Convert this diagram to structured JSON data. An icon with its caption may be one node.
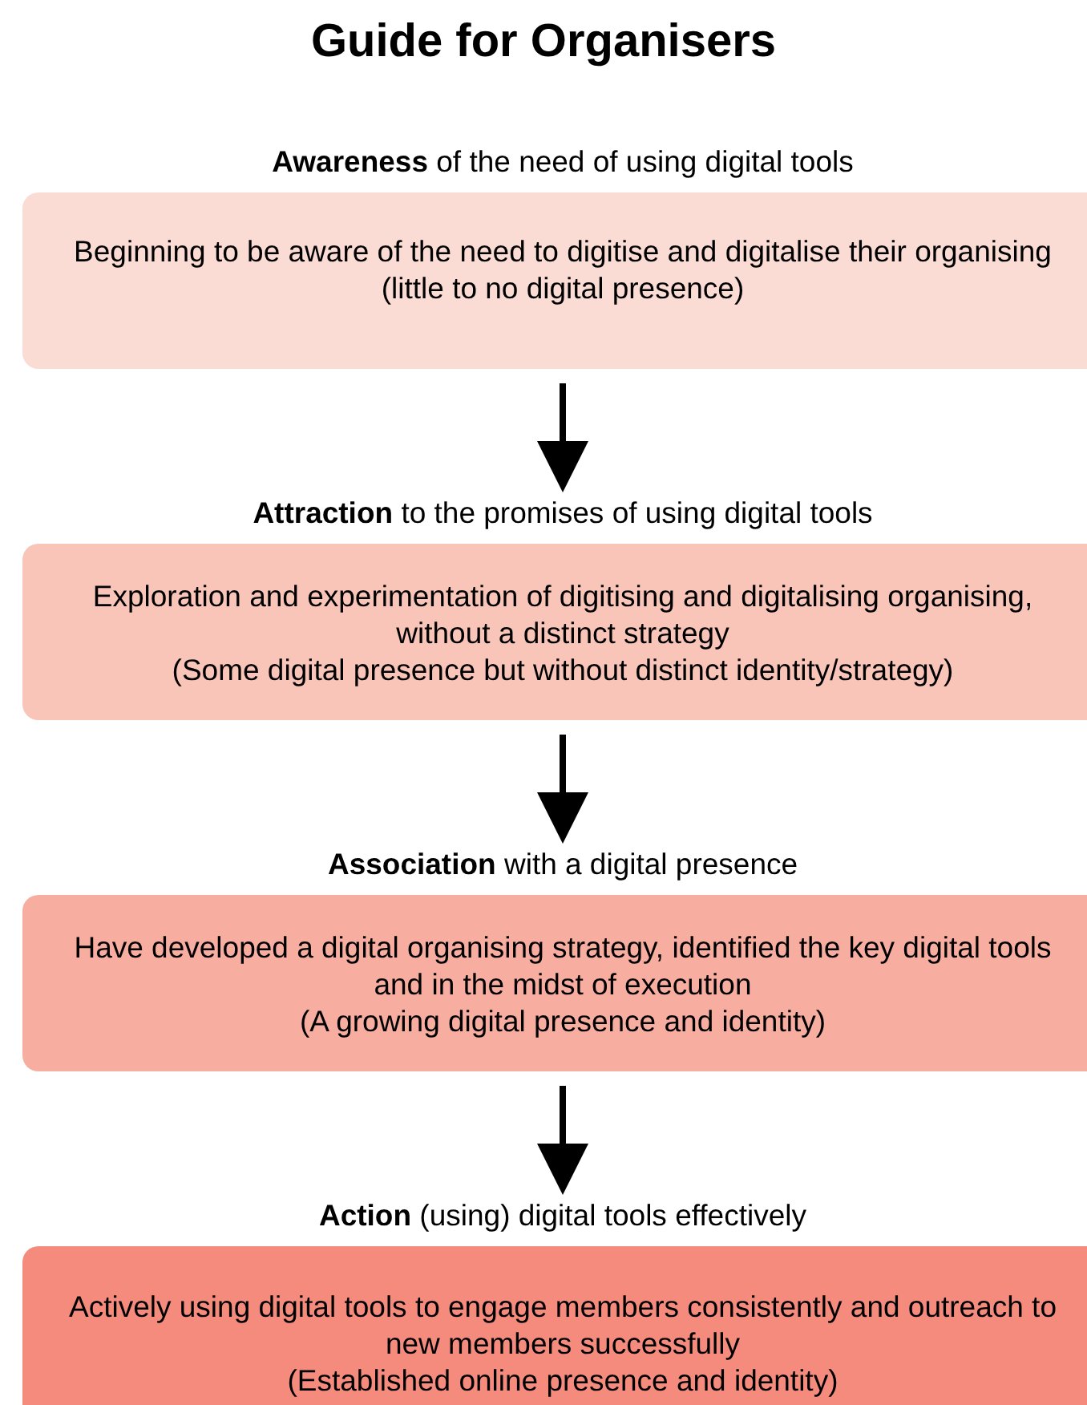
{
  "diagram": {
    "title": "Guide for Organisers",
    "nodes": [
      {
        "text": [
          "**Awareness** of the need of using digital tools",
          "Beginning to be aware of the need to digitise and digitalise their organising (little to no digital presence)"
        ]
      },
      {
        "text": [
          "**Attraction** to the promises of using digital tools",
          "Exploration and experimentation of digitising and digitalising organising, without a distinct strategy",
          "(Some digital presence but without distinct identity/strategy)"
        ]
      },
      {
        "text": [
          "**Association** with a digital presence",
          "Have developed a digital organising strategy, identified the key digital tools and in the midst of execution",
          "(A growing digital presence and identity)"
        ]
      },
      {
        "text": [
          "**Action** (using) digital tools effectively",
          "Actively using digital tools to engage members consistently and outreach to new members successfully",
          "(Established online presence and identity)"
        ]
      }
    ],
    "edges": [
      {
        "from": 0,
        "to": 1,
        "arrow": "to"
      },
      {
        "from": 1,
        "to": 2,
        "arrow": "to"
      },
      {
        "from": 2,
        "to": 3,
        "arrow": "to"
      }
    ]
  }
}
